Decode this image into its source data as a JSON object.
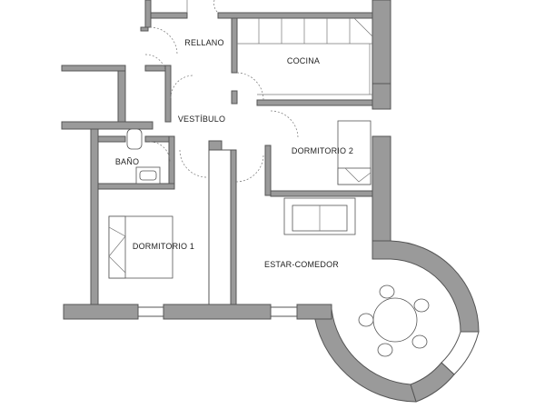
{
  "plan": {
    "rooms": [
      {
        "id": "rellano",
        "label": "RELLANO"
      },
      {
        "id": "cocina",
        "label": "COCINA"
      },
      {
        "id": "vestibulo",
        "label": "VESTÍBULO"
      },
      {
        "id": "dormitorio-2",
        "label": "DORMITORIO 2"
      },
      {
        "id": "bano",
        "label": "BAÑO"
      },
      {
        "id": "dormitorio-1",
        "label": "DORMITORIO 1"
      },
      {
        "id": "estar-comedor",
        "label": "ESTAR-COMEDOR"
      }
    ],
    "colors": {
      "wall_fill": "#9a9a9a",
      "line": "#555555",
      "background": "#ffffff"
    }
  }
}
